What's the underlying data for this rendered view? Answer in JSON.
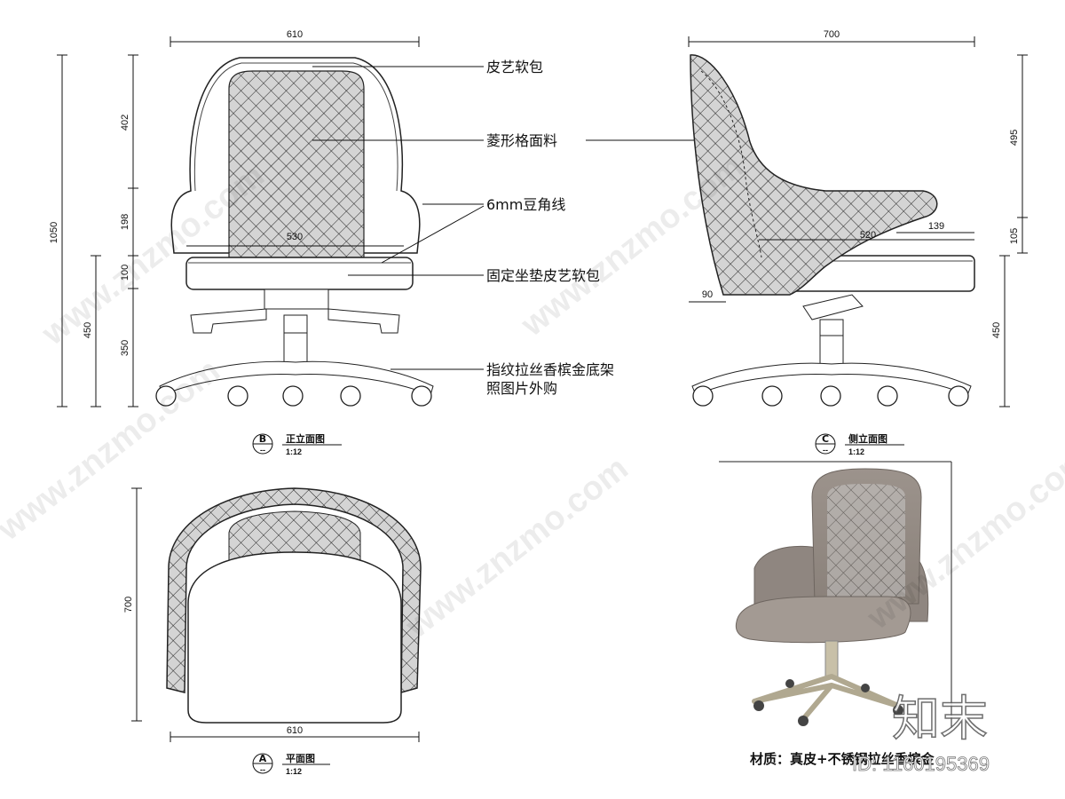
{
  "front_view": {
    "width_dim": "610",
    "seat_width_dim": "530",
    "height_dims": [
      "1050",
      "450",
      "402",
      "198",
      "100",
      "350"
    ]
  },
  "side_view": {
    "depth_dim": "700",
    "seat_depth_dim": "520",
    "arm_dim": "139",
    "offset_dim": "90",
    "height_dims": [
      "495",
      "105",
      "450"
    ]
  },
  "plan_view": {
    "depth_dim": "700",
    "width_dim": "610"
  },
  "annotations": [
    "皮艺软包",
    "菱形格面料",
    "6mm豆角线",
    "固定坐垫皮艺软包",
    "指纹拉丝香槟金底架",
    "照图片外购"
  ],
  "view_titles": {
    "front": {
      "letter": "B",
      "name": "正立面图",
      "sub": "--",
      "scale": "1:12"
    },
    "side": {
      "letter": "C",
      "name": "侧立面图",
      "sub": "--",
      "scale": "1:12"
    },
    "plan": {
      "letter": "A",
      "name": "平面图",
      "sub": "--",
      "scale": "1:12"
    }
  },
  "photo": {
    "material_caption": "材质：真皮+不锈钢拉丝香槟金"
  },
  "watermarks": {
    "site": "www.znzmo.com",
    "brand": "知末",
    "id": "ID: 1160195369"
  }
}
